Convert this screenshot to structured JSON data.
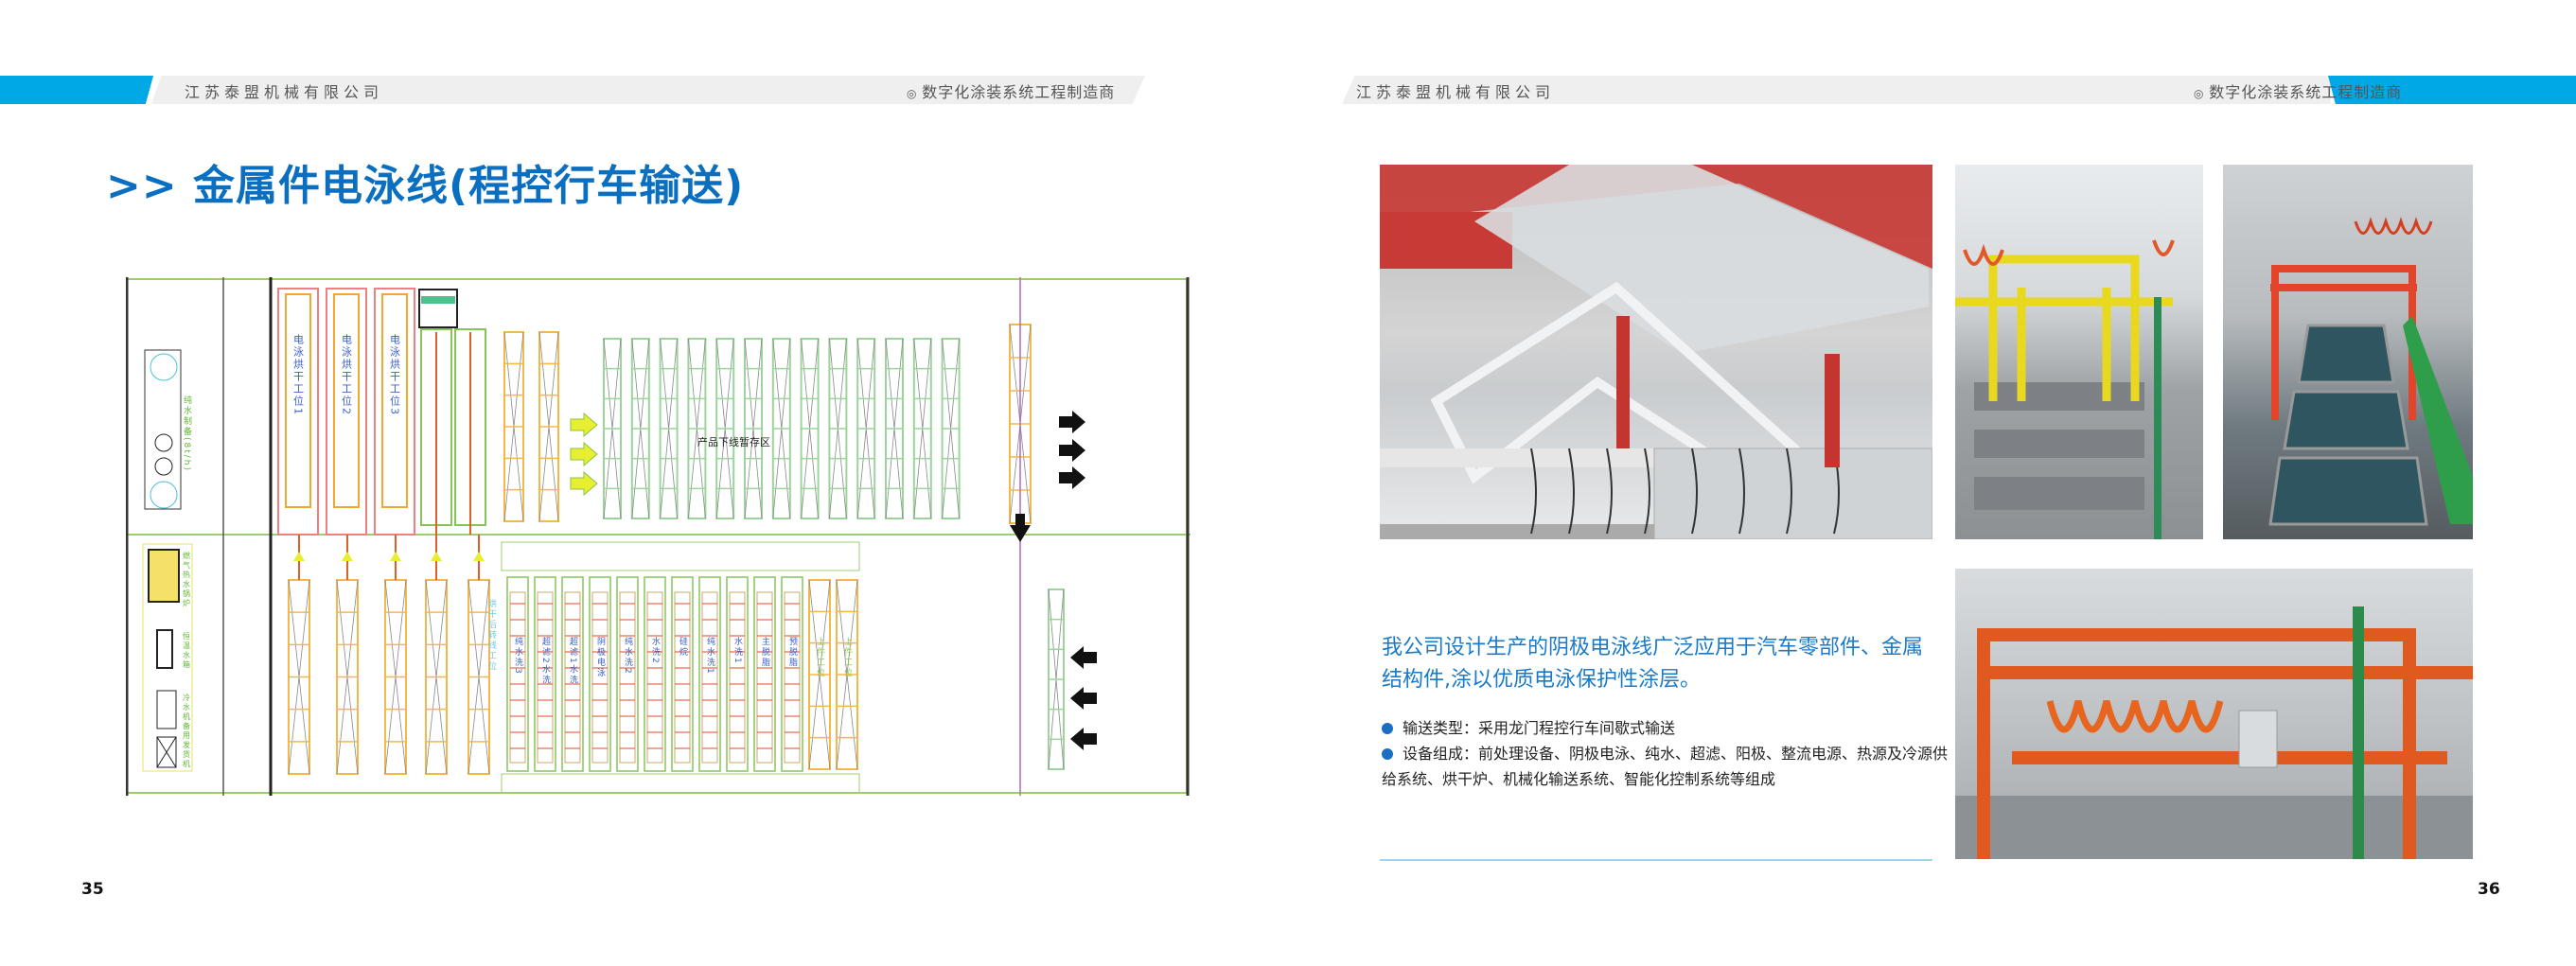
{
  "header": {
    "company": "江苏泰盟机械有限公司",
    "slogan": "数字化涂装系统工程制造商",
    "slogan_icon": "circle-mark-icon"
  },
  "left_page": {
    "title": ">> 金属件电泳线(程控行车输送)",
    "page_number": "35",
    "diagram": {
      "top_labels": [
        "电泳烘干工位1",
        "电泳烘干工位2",
        "电泳烘干工位3"
      ],
      "storage_label": "产品下线暂存区",
      "side_label": "纯水制备(8t/h)",
      "left_equipment": [
        "燃气热水锅炉",
        "恒温水箱",
        "冷水机",
        "备用发货机"
      ],
      "mid_label": "烘干后转线工位",
      "tank_labels": [
        "纯水洗3",
        "超滤2水洗",
        "超滤1水洗",
        "阴极电泳",
        "纯水洗2",
        "水洗2",
        "硅烷",
        "纯水洗1",
        "水洗1",
        "主脱脂",
        "预脱脂",
        "上件工位",
        "上件工位"
      ]
    },
    "colors": {
      "accent": "#0a6fc0",
      "brand_blue": "#00a8e6"
    }
  },
  "right_page": {
    "page_number": "36",
    "intro": "我公司设计生产的阴极电泳线广泛应用于汽车零部件、金属结构件,涂以优质电泳保护性涂层。",
    "bullets": [
      "输送类型：采用龙门程控行车间歇式输送",
      "设备组成：前处理设备、阴极电泳、纯水、超滤、阳极、整流电源、热源及冷源供给系统、烘干炉、机械化输送系统、智能化控制系统等组成"
    ]
  }
}
